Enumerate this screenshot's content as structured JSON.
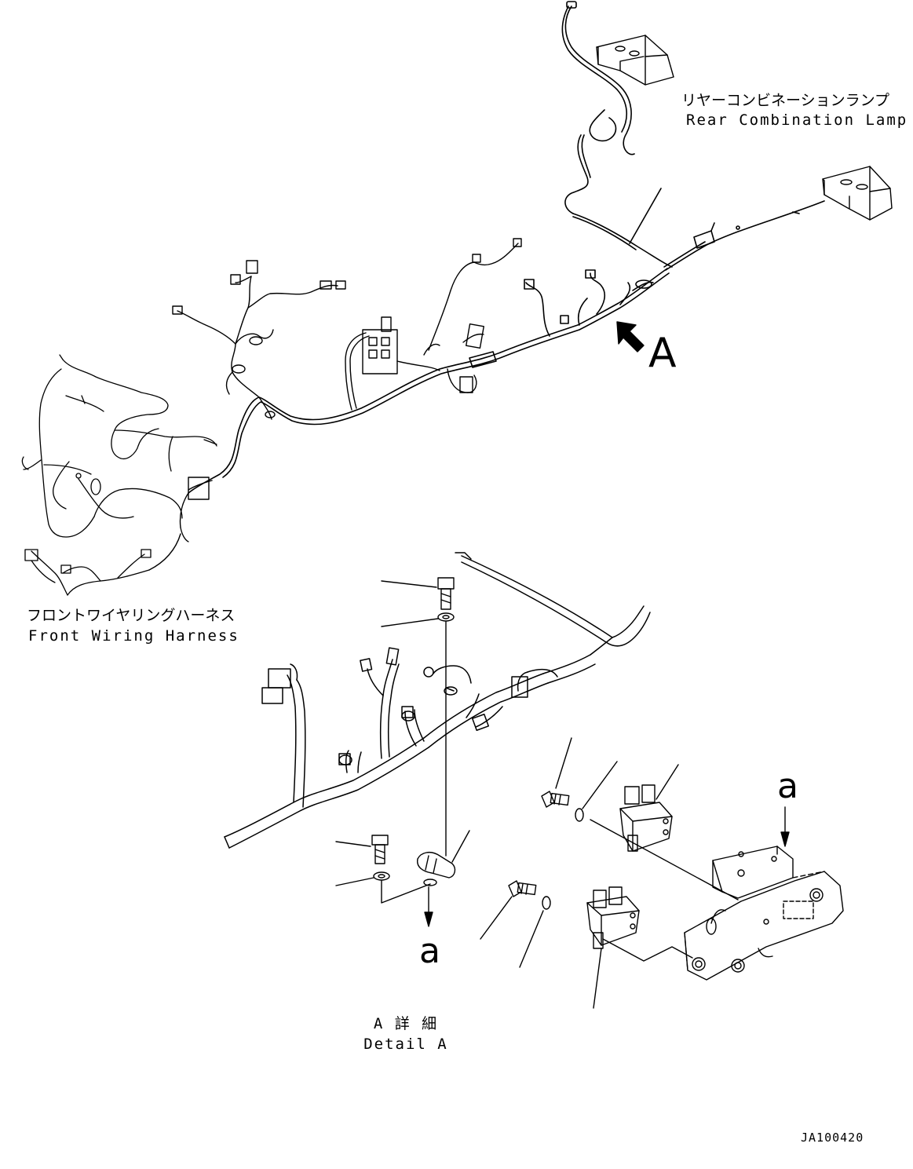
{
  "labels": {
    "rear_lamp_jp": "リヤーコンビネーションランプ",
    "rear_lamp_en": "Rear Combination Lamp",
    "front_harness_jp": "フロントワイヤリングハーネス",
    "front_harness_en": "Front Wiring Harness",
    "view_marker": "A",
    "detail_jp": "A 詳 細",
    "detail_en": "Detail A",
    "ref_a_left": "a",
    "ref_a_right": "a",
    "drawing_code": "JA100420"
  },
  "icons": {
    "view_arrow": "arrow-up-left-icon",
    "ref_arrow": "arrow-down-icon"
  },
  "colors": {
    "line": "#000000",
    "background": "#ffffff"
  }
}
